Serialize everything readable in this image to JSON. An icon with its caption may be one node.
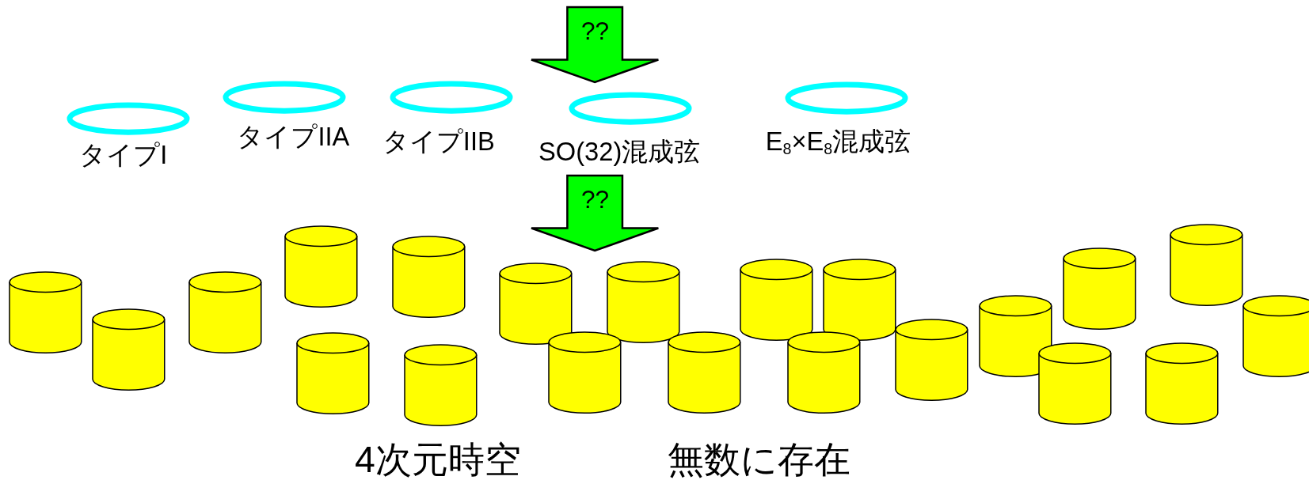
{
  "diagram": {
    "nodes": [
      {
        "text": [
          "??"
        ]
      },
      {
        "text": [
          "タイプI"
        ]
      },
      {
        "text": [
          "タイプIIA"
        ]
      },
      {
        "text": [
          "タイプIIB"
        ]
      },
      {
        "text": [
          "SO(32)混成弦"
        ]
      },
      {
        "text": [
          "E$_{8}$×E$_{8}$混成弦"
        ]
      },
      {
        "text": [
          "??"
        ]
      },
      {
        "text": [],
        "shape": "cylinder"
      },
      {
        "text": [],
        "shape": "cylinder"
      },
      {
        "text": [],
        "shape": "cylinder"
      },
      {
        "text": [],
        "shape": "cylinder"
      },
      {
        "text": [],
        "shape": "cylinder"
      },
      {
        "text": [],
        "shape": "cylinder"
      },
      {
        "text": [],
        "shape": "cylinder"
      },
      {
        "text": [],
        "shape": "cylinder"
      },
      {
        "text": [],
        "shape": "cylinder"
      },
      {
        "text": [],
        "shape": "cylinder"
      },
      {
        "text": [],
        "shape": "cylinder"
      },
      {
        "text": [],
        "shape": "cylinder"
      },
      {
        "text": [],
        "shape": "cylinder"
      },
      {
        "text": [],
        "shape": "cylinder"
      },
      {
        "text": [],
        "shape": "cylinder"
      },
      {
        "text": [],
        "shape": "cylinder"
      },
      {
        "text": [],
        "shape": "cylinder"
      },
      {
        "text": [],
        "shape": "cylinder"
      },
      {
        "text": [],
        "shape": "cylinder"
      },
      {
        "text": [],
        "shape": "cylinder"
      },
      {
        "text": [],
        "shape": "cylinder"
      }
    ],
    "labels": [
      "4次元時空",
      "無数に存在"
    ]
  }
}
